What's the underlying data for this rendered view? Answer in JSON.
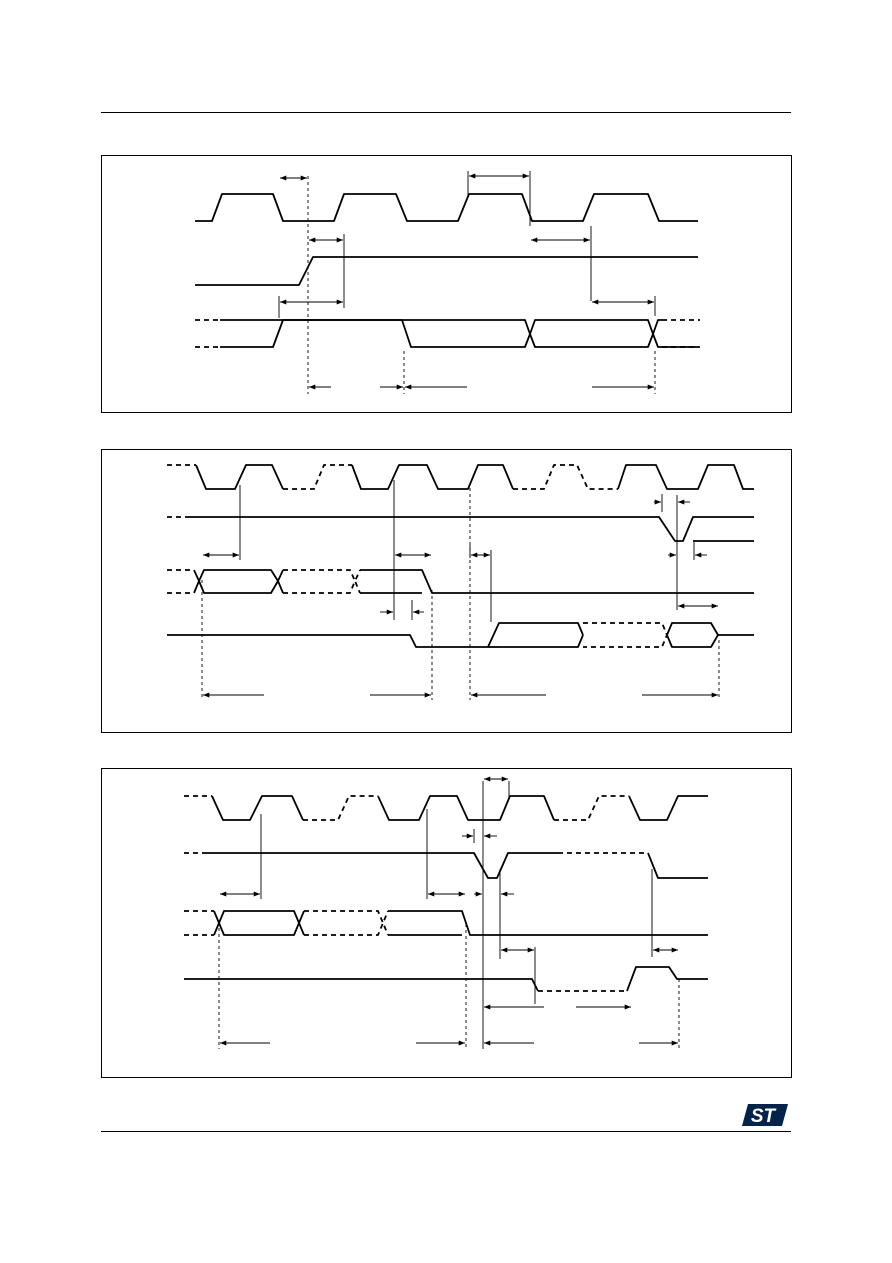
{
  "logo": {
    "brand_color": "#03234b",
    "lettering": "ST"
  },
  "colors": {
    "line": "#000000",
    "frame": "#000000",
    "background": "#ffffff"
  },
  "diagrams": [
    {
      "name": "timing-diagram-1",
      "signals": 3
    },
    {
      "name": "timing-diagram-2",
      "signals": 4
    },
    {
      "name": "timing-diagram-3",
      "signals": 4
    }
  ]
}
